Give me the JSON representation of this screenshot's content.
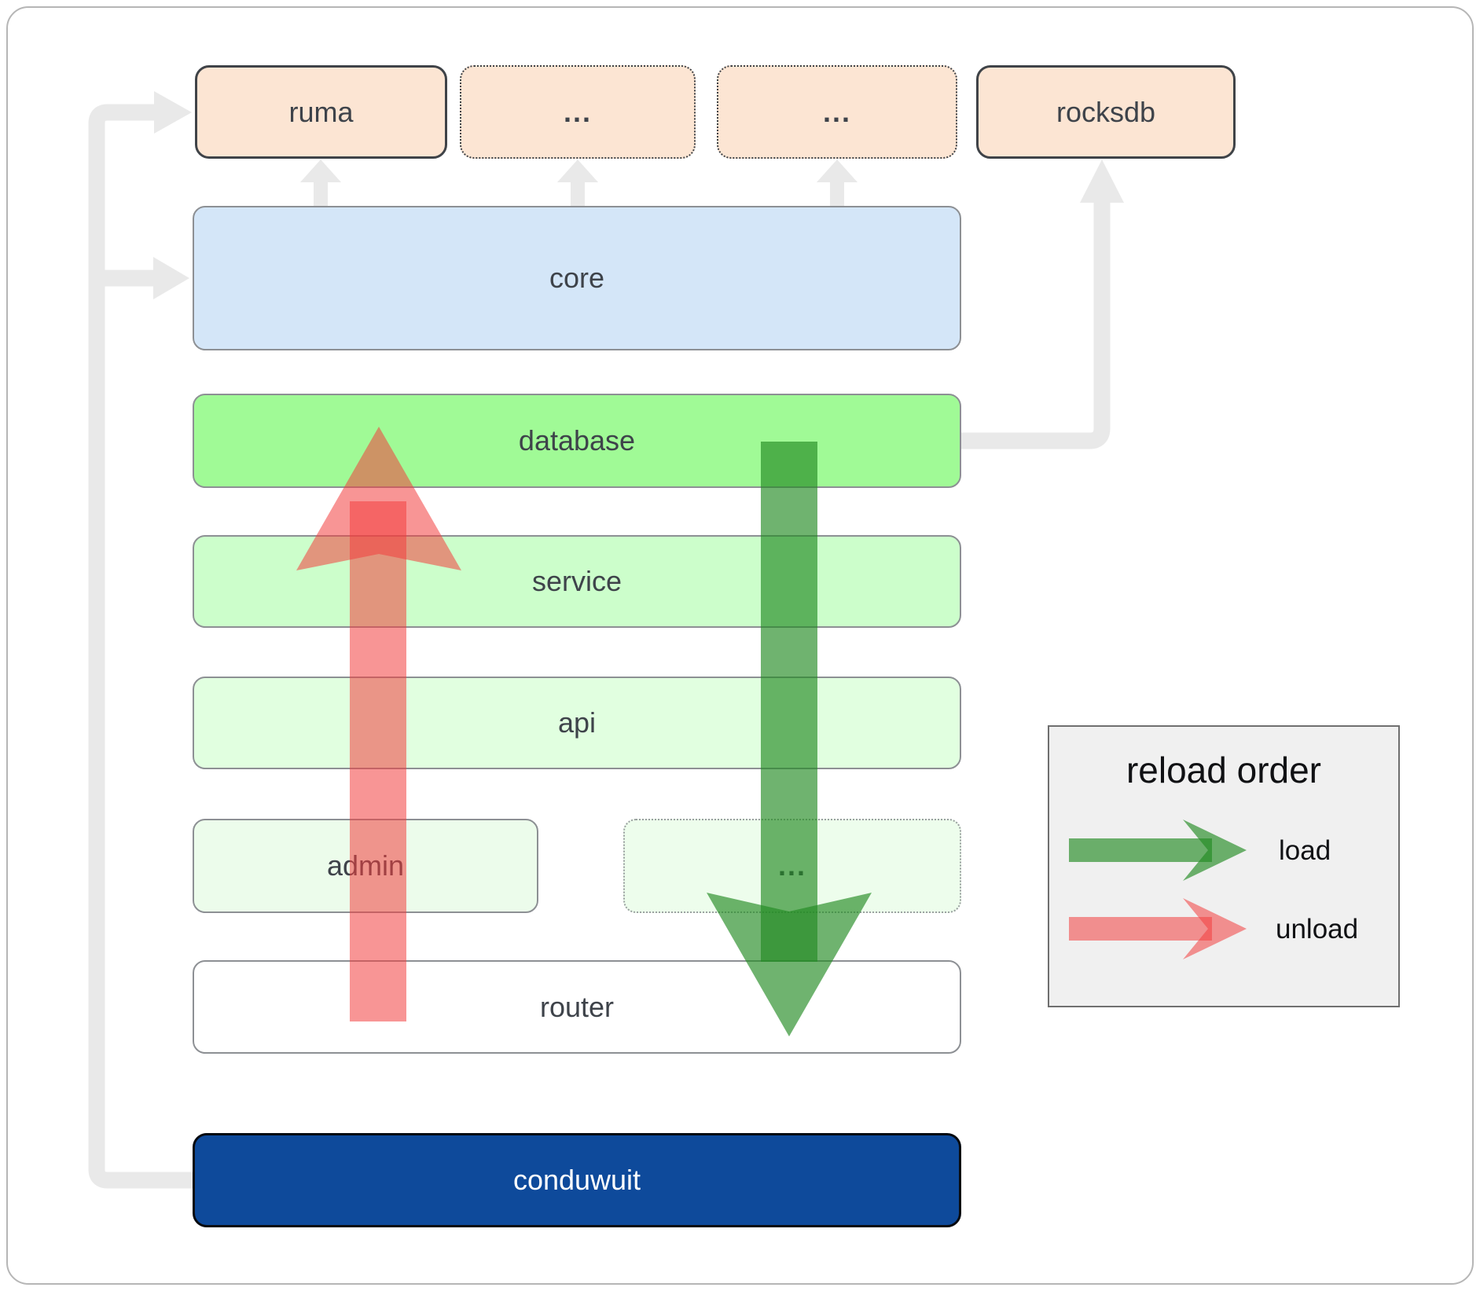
{
  "diagram": {
    "top_row": [
      {
        "label": "ruma"
      },
      {
        "label": "..."
      },
      {
        "label": "..."
      },
      {
        "label": "rocksdb"
      }
    ],
    "layers": {
      "core": {
        "label": "core"
      },
      "database": {
        "label": "database"
      },
      "service": {
        "label": "service"
      },
      "api": {
        "label": "api"
      },
      "admin": {
        "label": "admin"
      },
      "ext3": {
        "label": "..."
      },
      "router": {
        "label": "router"
      },
      "conduwuit": {
        "label": "conduwuit"
      }
    }
  },
  "legend": {
    "title": "reload order",
    "load_label": "load",
    "unload_label": "unload"
  },
  "colors": {
    "peach": "#fce5d3",
    "blue": "#d4e6f8",
    "db_green": "#a0fa96",
    "service_green": "#ccfecb",
    "api_green": "#e1ffe0",
    "admin_green": "#ecfceb",
    "ext3_green": "#edfdec",
    "router_white": "#ffffff",
    "navy": "#0e4a9b",
    "legend_bg": "#f0f0f0",
    "connector": "#e9e9e9",
    "load_arrow": "rgba(34,139,34,0.65)",
    "unload_arrow": "rgba(242,62,62,0.55)",
    "label": "#3e434a",
    "dark_border": "#3f4348",
    "mid_border": "#8d9094",
    "legend_border": "#6f6f6f",
    "frame_border": "#b6b6b6"
  }
}
